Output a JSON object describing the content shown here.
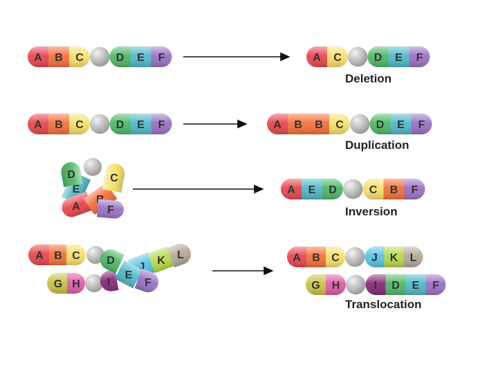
{
  "colors": {
    "A": "#e8474f",
    "B": "#f3713c",
    "C": "#f7e06a",
    "D": "#4fb867",
    "E": "#51b9c7",
    "F": "#9a72c4",
    "G": "#c9c247",
    "H": "#e05ca5",
    "I": "#8a2a7a",
    "J": "#59c3e6",
    "K": "#b7d94a",
    "L": "#b6a89a",
    "centromere": "#b9b9b9",
    "arrow": "#111111",
    "label": "#222222"
  },
  "rows": [
    {
      "name": "deletion",
      "before": [
        "A",
        "B",
        "C",
        "•",
        "D",
        "E",
        "F"
      ],
      "after": [
        "A",
        "C",
        "•",
        "D",
        "E",
        "F"
      ],
      "label": "Deletion"
    },
    {
      "name": "duplication",
      "before": [
        "A",
        "B",
        "C",
        "•",
        "D",
        "E",
        "F"
      ],
      "after": [
        "A",
        "B",
        "B",
        "C",
        "•",
        "D",
        "E",
        "F"
      ],
      "label": "Duplication"
    },
    {
      "name": "inversion",
      "before_loop": [
        "A",
        "B",
        "C",
        "•",
        "D",
        "E",
        "F"
      ],
      "after": [
        "A",
        "E",
        "D",
        "•",
        "C",
        "B",
        "F"
      ],
      "label": "Inversion"
    },
    {
      "name": "translocation",
      "before_top": [
        "A",
        "B",
        "C",
        "•"
      ],
      "before_cross_1": [
        "D",
        "E",
        "F"
      ],
      "before_cross_2": [
        "J",
        "K",
        "L"
      ],
      "before_bottom": [
        "G",
        "H",
        "•",
        "I"
      ],
      "after_top": [
        "A",
        "B",
        "C",
        "•",
        "J",
        "K",
        "L"
      ],
      "after_bottom": [
        "G",
        "H",
        "•",
        "I",
        "D",
        "E",
        "F"
      ],
      "label": "Translocation"
    }
  ]
}
